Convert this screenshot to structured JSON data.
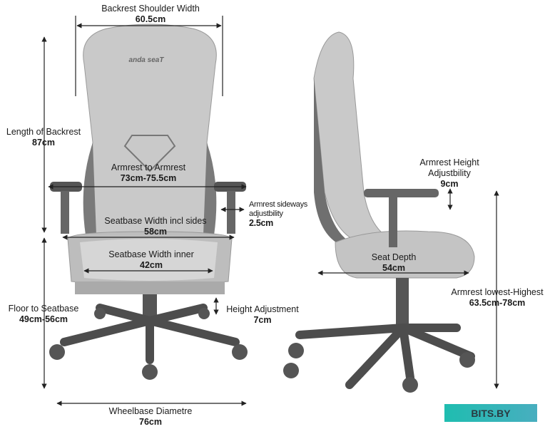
{
  "brand_logo": "anda seat",
  "watermark": "BITS.BY",
  "colors": {
    "chair_fill": "#c9c9c9",
    "chair_dark": "#6d6d6d",
    "arrow": "#222222",
    "watermark_bg": "#27b9b3"
  },
  "dimensions": {
    "backrest_shoulder_width": {
      "label": "Backrest Shoulder Width",
      "value": "60.5cm"
    },
    "length_of_backrest": {
      "label": "Length of Backrest",
      "value": "87cm"
    },
    "armrest_to_armrest": {
      "label": "Armrest to Armrest",
      "value": "73cm-75.5cm"
    },
    "armrest_sideways": {
      "label_1": "Armrest sideways",
      "label_2": "adjustbility",
      "value": "2.5cm"
    },
    "seatbase_width_sides": {
      "label": "Seatbase Width incl sides",
      "value": "58cm"
    },
    "seatbase_width_inner": {
      "label": "Seatbase Width inner",
      "value": "42cm"
    },
    "floor_to_seatbase": {
      "label": "Floor to Seatbase",
      "value": "49cm-56cm"
    },
    "height_adjustment": {
      "label": "Height Adjustment",
      "value": "7cm"
    },
    "wheelbase_diametre": {
      "label": "Wheelbase Diametre",
      "value": "76cm"
    },
    "armrest_height": {
      "label_1": "Armrest Height",
      "label_2": "Adjustbility",
      "value": "9cm"
    },
    "seat_depth": {
      "label": "Seat Depth",
      "value": "54cm"
    },
    "armrest_lowest_highest": {
      "label": "Armrest lowest-Highest",
      "value": "63.5cm-78cm"
    }
  }
}
